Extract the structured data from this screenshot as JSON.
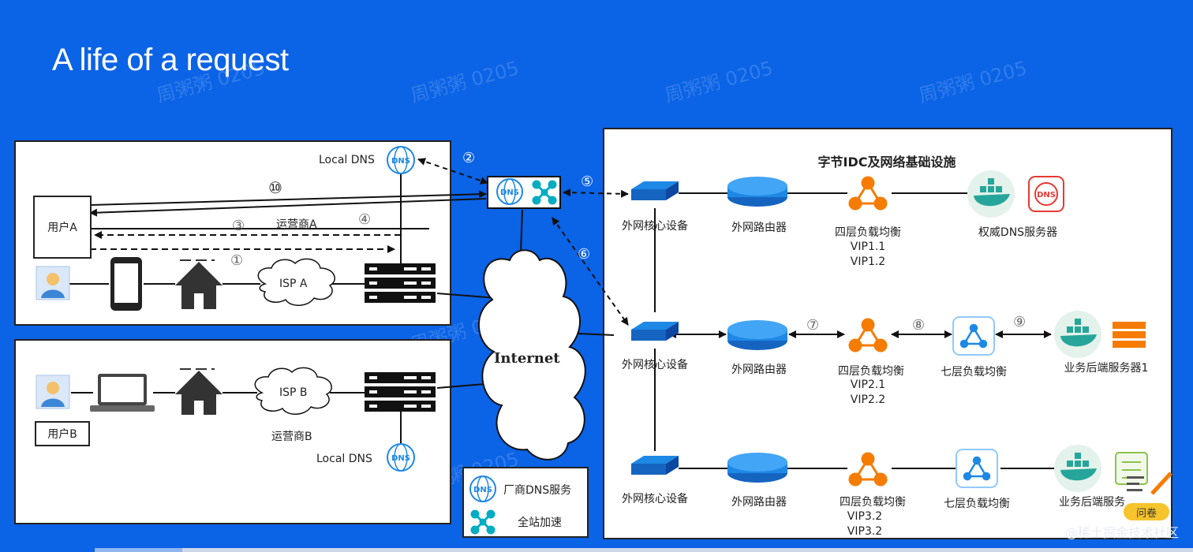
{
  "title": "A life of a request",
  "left_top": {
    "local_dns": "Local DNS",
    "user": "用户A",
    "isp": "ISP A",
    "carrier": "运营商A",
    "steps": {
      "s1": "①",
      "s2": "②",
      "s3": "③",
      "s4": "④",
      "s5": "⑤",
      "s6": "⑥",
      "s10": "⑩"
    }
  },
  "left_bottom": {
    "user": "用户B",
    "isp": "ISP B",
    "carrier": "运营商B",
    "local_dns": "Local DNS"
  },
  "internet": "Internet",
  "legend": {
    "vendor_dns": "厂商DNS服务",
    "accel": "全站加速"
  },
  "idc": {
    "title": "字节IDC及网络基础设施",
    "row1": {
      "core": "外网核心设备",
      "router": "外网路由器",
      "l4": "四层负载均衡",
      "vip_a": "VIP1.1",
      "vip_b": "VIP1.2",
      "dns": "权威DNS服务器"
    },
    "row2": {
      "core": "外网核心设备",
      "router": "外网路由器",
      "l4": "四层负载均衡",
      "vip_a": "VIP2.1",
      "vip_b": "VIP2.2",
      "l7": "七层负载均衡",
      "backend": "业务后端服务器1",
      "s7": "⑦",
      "s8": "⑧",
      "s9": "⑨"
    },
    "row3": {
      "core": "外网核心设备",
      "router": "外网路由器",
      "l4": "四层负载均衡",
      "vip_a": "VIP3.2",
      "vip_b": "VIP3.2",
      "l7": "七层负载均衡",
      "backend": "业务后端服务"
    }
  },
  "icon_text": {
    "dns": "DNS"
  },
  "watermark": "周粥粥 0205",
  "brand": "@稀土掘金技术社区",
  "ask_button": "问卷",
  "progress": 0.08,
  "colors": {
    "background": "#0b63e6",
    "dns_blue": "#1e88e5",
    "orange": "#f57c00",
    "router": "#1e88e5",
    "teal": "#26a69a",
    "red": "#e53935"
  }
}
